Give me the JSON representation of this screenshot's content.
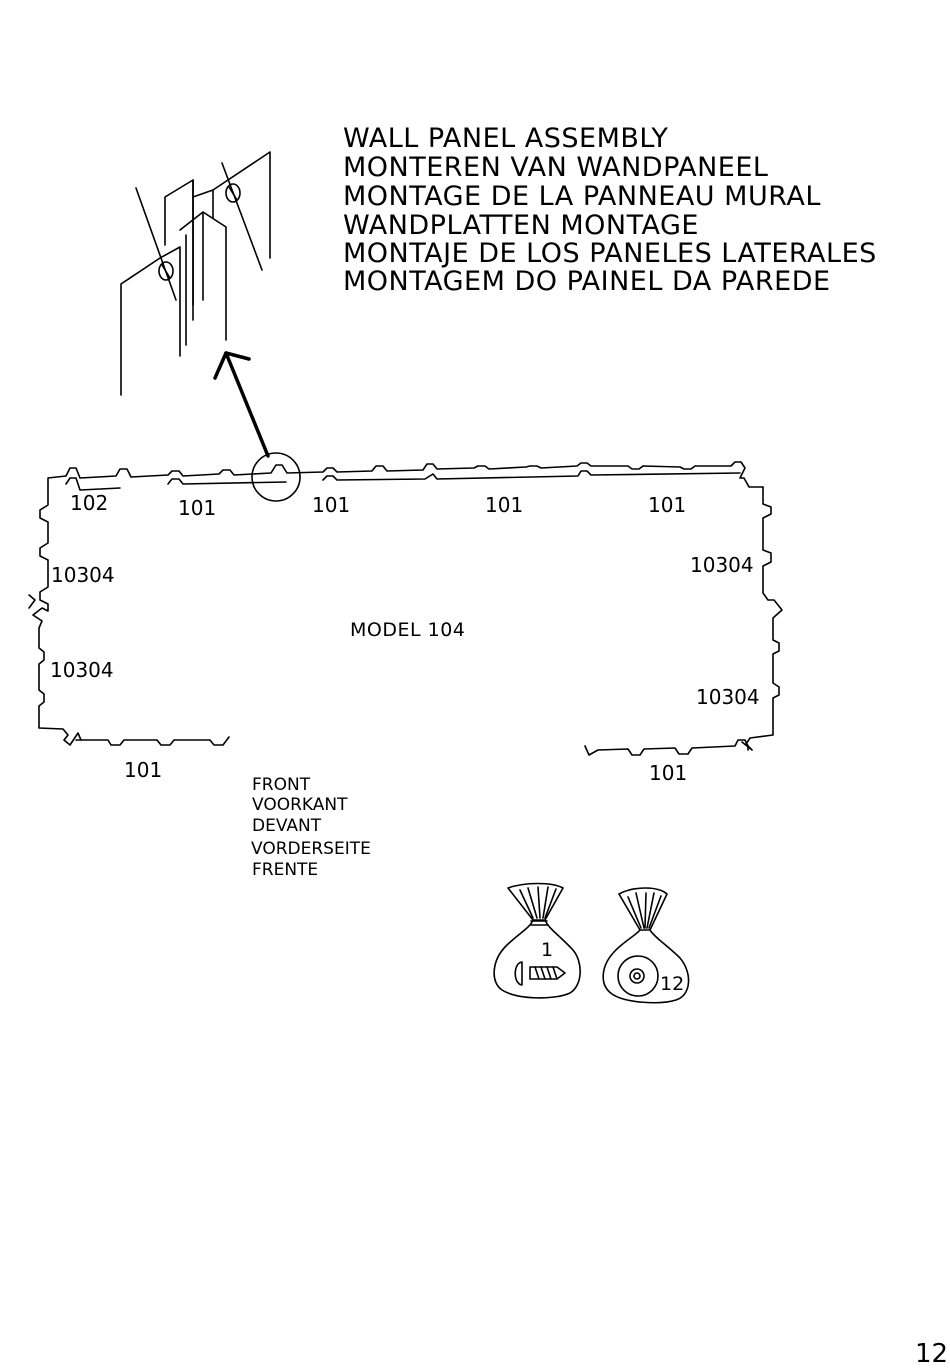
{
  "title_lines": [
    "WALL PANEL ASSEMBLY",
    "MONTEREN VAN WANDPANEEL",
    "MONTAGE DE LA PANNEAU MURAL",
    "WANDPLATTEN MONTAGE",
    "MONTAJE DE LOS PANELES LATERALES",
    "MONTAGEM DO PAINEL DA PAREDE"
  ],
  "model_label": "MODEL 104",
  "part_labels": {
    "top_corner": "102",
    "top_1": "101",
    "top_2": "101",
    "top_3": "101",
    "top_4": "101",
    "left_upper": "10304",
    "left_lower": "10304",
    "right_upper": "10304",
    "right_lower": "10304",
    "bottom_left": "101",
    "bottom_right": "101"
  },
  "front_labels": [
    "FRONT",
    "VOORKANT",
    "DEVANT",
    "VORDERSEITE",
    "FRENTE"
  ],
  "hardware_bags": [
    {
      "number": "1",
      "icon": "screw-icon"
    },
    {
      "number": "12",
      "icon": "washer-icon"
    }
  ],
  "page_number": "12"
}
